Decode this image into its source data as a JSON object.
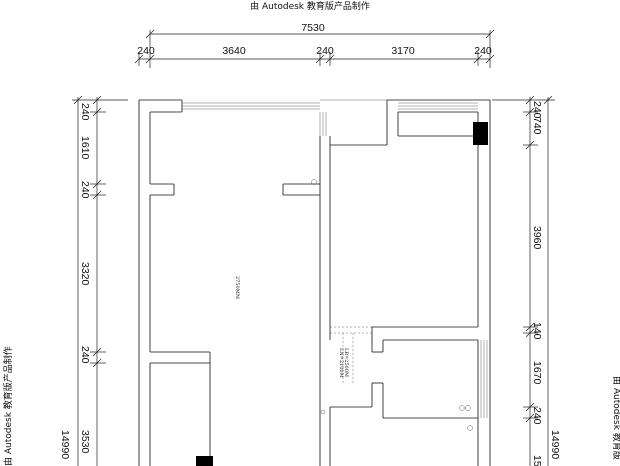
{
  "watermark": {
    "top": "由 Autodesk 教育版产品制作",
    "left": "由 Autodesk 教育版产品制作",
    "right": "由 Autodesk 教育版"
  },
  "top_dimensions": {
    "overall": "7530",
    "segments": [
      "240",
      "3640",
      "240",
      "3170",
      "240"
    ]
  },
  "left_dimensions": {
    "overall": "14990",
    "segments": [
      "240",
      "1610",
      "240",
      "3320",
      "240",
      "3530"
    ]
  },
  "right_dimensions": {
    "overall": "14990",
    "segments": [
      "240",
      "740",
      "3960",
      "140",
      "1670",
      "240",
      "15"
    ]
  },
  "notes": {
    "room_height": "2750MM",
    "beam_1": "LB=2500M",
    "beam_2": "LN=2100M"
  }
}
